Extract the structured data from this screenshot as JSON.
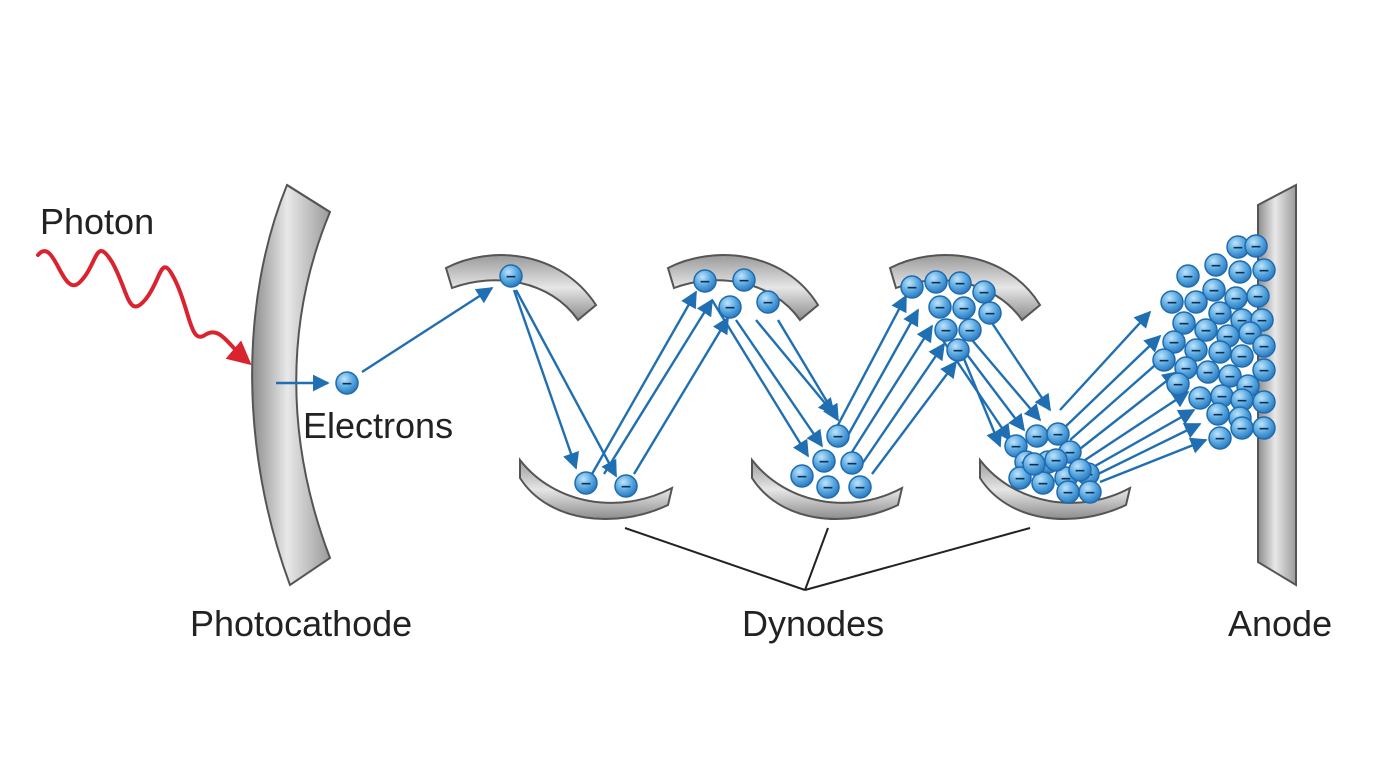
{
  "labels": {
    "photon": "Photon",
    "electrons": "Electrons",
    "photocathode": "Photocathode",
    "dynodes": "Dynodes",
    "anode": "Anode"
  },
  "electron_sign": "−",
  "colors": {
    "photon": "#d9232e",
    "electron_fill": "#5aa9e0",
    "electron_stroke": "#1e6bb0",
    "arrow": "#1f6fb2",
    "metal_light": "#e3e3e3",
    "metal_dark": "#8a8a8a",
    "text": "#222222"
  }
}
